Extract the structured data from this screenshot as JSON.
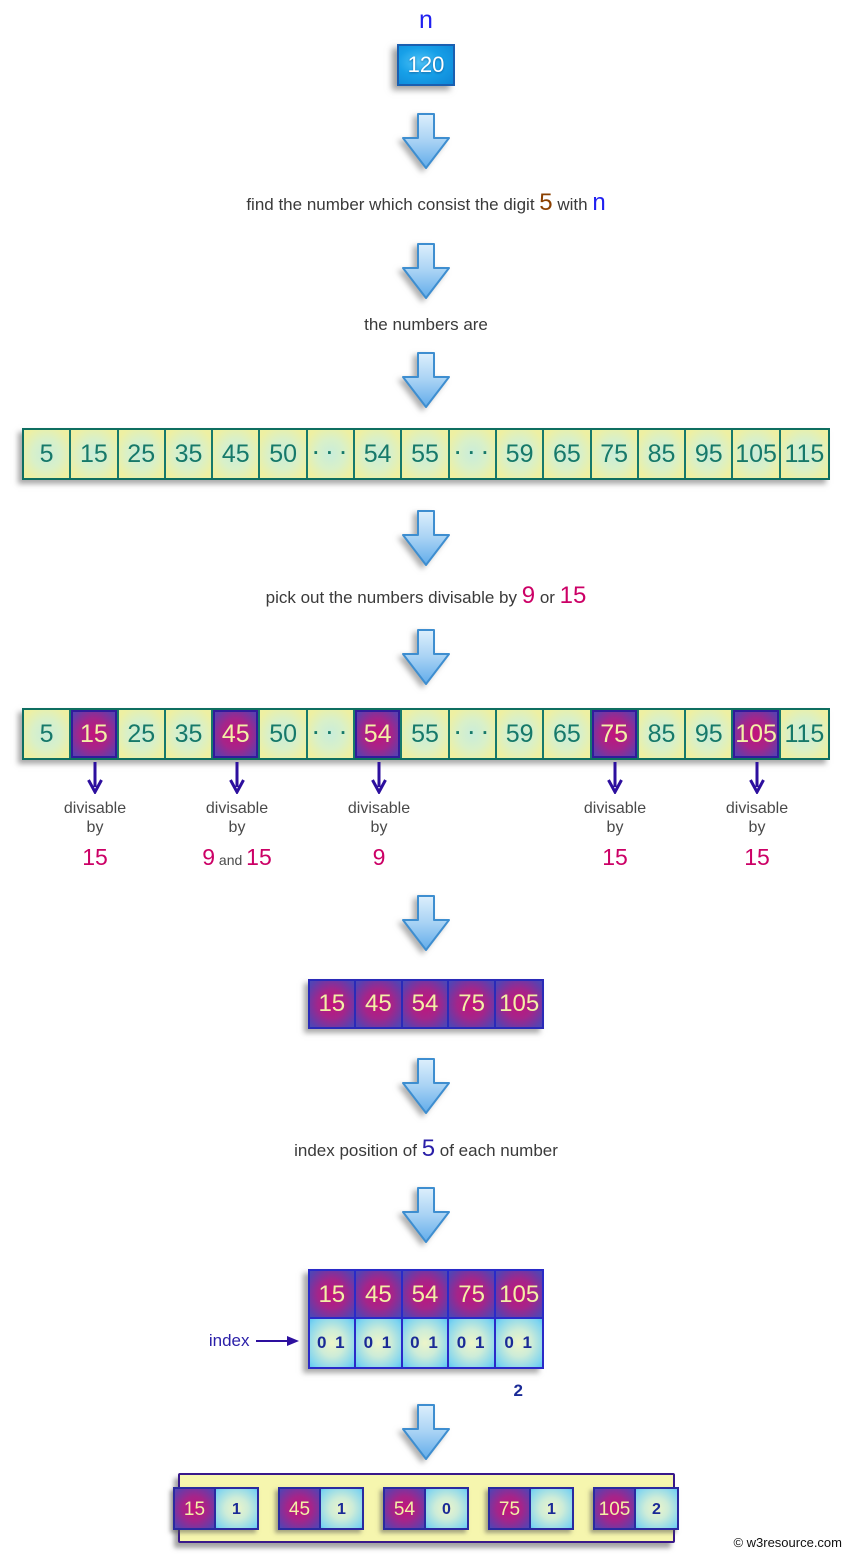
{
  "colors": {
    "accent_blue": "#2020f0",
    "accent_brown": "#8b4000",
    "accent_magenta": "#cc0066",
    "accent_indigo": "#2d0f9e",
    "cell_teal_text": "#16796a",
    "highlight_cell_center": "#c3137b",
    "highlight_cell_edge": "#4a49b8",
    "green_cell_edge": "#eef0a2",
    "index_cell_edge": "#5ec8f0",
    "result_box_bg": "#f6f6ae",
    "arrow_fill_top": "#ddeffc",
    "arrow_fill_bottom": "#62acea"
  },
  "header": {
    "var_label": "n",
    "var_value": "120"
  },
  "steps": {
    "step1": {
      "prefix": "find the number which consist the digit ",
      "digit": "5",
      "middle": " with ",
      "var": "n"
    },
    "step2": "the numbers are",
    "step3": {
      "prefix": "pick out the numbers divisable by ",
      "num1": "9",
      "middle": " or ",
      "num2": "15"
    },
    "step4": {
      "prefix": "index position of ",
      "digit": "5",
      "suffix": " of each number"
    }
  },
  "rows": {
    "row1": {
      "cells": [
        "5",
        "15",
        "25",
        "35",
        "45",
        "50",
        "· · ·",
        "54",
        "55",
        "· · ·",
        "59",
        "65",
        "75",
        "85",
        "95",
        "105",
        "115"
      ]
    },
    "row2": {
      "cells": [
        "5",
        "15",
        "25",
        "35",
        "45",
        "50",
        "· · ·",
        "54",
        "55",
        "· · ·",
        "59",
        "65",
        "75",
        "85",
        "95",
        "105",
        "115"
      ],
      "highlighted_values": [
        "15",
        "45",
        "54",
        "75",
        "105"
      ],
      "annotations": [
        {
          "word1": "divisable",
          "word2": "by",
          "num1": "15",
          "and": "",
          "num2": ""
        },
        {
          "word1": "divisable",
          "word2": "by",
          "num1": "9",
          "and": " and ",
          "num2": "15"
        },
        {
          "word1": "divisable",
          "word2": "by",
          "num1": "9",
          "and": "",
          "num2": ""
        },
        {
          "word1": "divisable",
          "word2": "by",
          "num1": "15",
          "and": "",
          "num2": ""
        },
        {
          "word1": "divisable",
          "word2": "by",
          "num1": "15",
          "and": "",
          "num2": ""
        }
      ]
    },
    "filtered": {
      "cells": [
        "15",
        "45",
        "54",
        "75",
        "105"
      ]
    }
  },
  "index_table": {
    "label": "index",
    "numbers": [
      "15",
      "45",
      "54",
      "75",
      "105"
    ],
    "indices": [
      "0 1",
      "0 1",
      "0 1",
      "0 1",
      "0 1 2"
    ]
  },
  "result": {
    "pairs": [
      {
        "number": "15",
        "index": "1"
      },
      {
        "number": "45",
        "index": "1"
      },
      {
        "number": "54",
        "index": "0"
      },
      {
        "number": "75",
        "index": "1"
      },
      {
        "number": "105",
        "index": "2"
      }
    ]
  },
  "footer": {
    "copyright": "© w3resource.com"
  }
}
